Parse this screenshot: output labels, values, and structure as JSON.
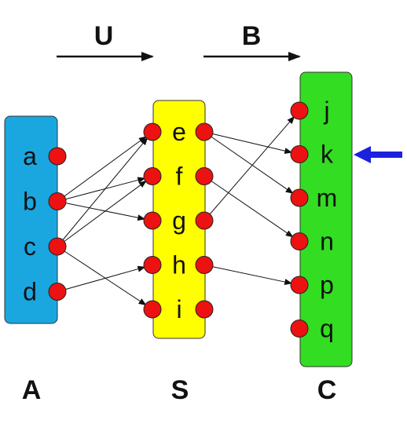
{
  "colors": {
    "set_a_fill": "#1aa7e0",
    "set_s_fill": "#ffff00",
    "set_c_fill": "#33dd22",
    "node_fill": "#ee1111",
    "edge": "#111111",
    "highlight_arrow": "#1a22dd"
  },
  "mappings": [
    {
      "id": "U",
      "label": "U"
    },
    {
      "id": "B",
      "label": "B"
    }
  ],
  "sets": [
    {
      "id": "A",
      "label": "A",
      "elements": [
        "a",
        "b",
        "c",
        "d"
      ]
    },
    {
      "id": "S",
      "label": "S",
      "elements": [
        "e",
        "f",
        "g",
        "h",
        "i"
      ]
    },
    {
      "id": "C",
      "label": "C",
      "elements": [
        "j",
        "k",
        "m",
        "n",
        "p",
        "q"
      ]
    }
  ],
  "edges_U": [
    [
      "b",
      "e"
    ],
    [
      "b",
      "f"
    ],
    [
      "b",
      "g"
    ],
    [
      "c",
      "e"
    ],
    [
      "c",
      "f"
    ],
    [
      "c",
      "i"
    ],
    [
      "d",
      "h"
    ]
  ],
  "edges_B": [
    [
      "e",
      "k"
    ],
    [
      "e",
      "m"
    ],
    [
      "f",
      "n"
    ],
    [
      "g",
      "j"
    ],
    [
      "h",
      "p"
    ]
  ],
  "highlighted_element": "k",
  "highlight_icon": "left-arrow-icon"
}
